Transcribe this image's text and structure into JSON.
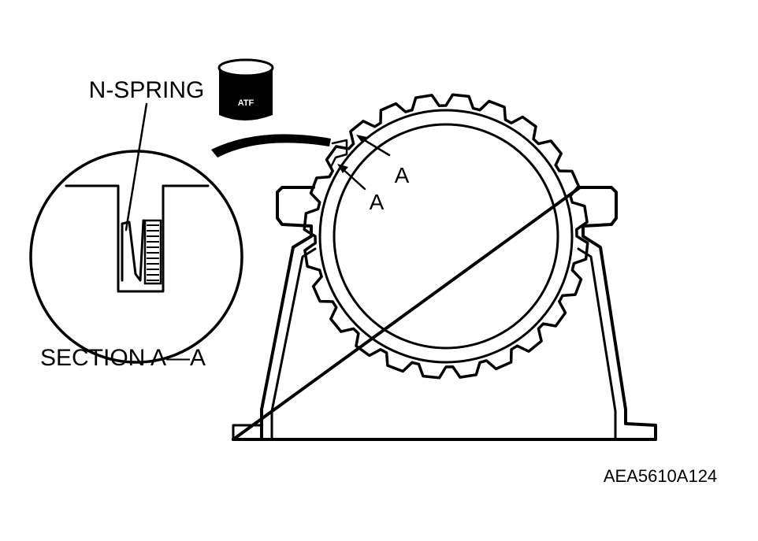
{
  "labels": {
    "n_spring": "N-SPRING",
    "atf": "ATF",
    "section_a_1": "A",
    "section_a_2": "A",
    "section_caption": "SECTION A—A",
    "figure_code": "AEA5610A124"
  },
  "colors": {
    "ink": "#000000",
    "paper": "#ffffff"
  }
}
